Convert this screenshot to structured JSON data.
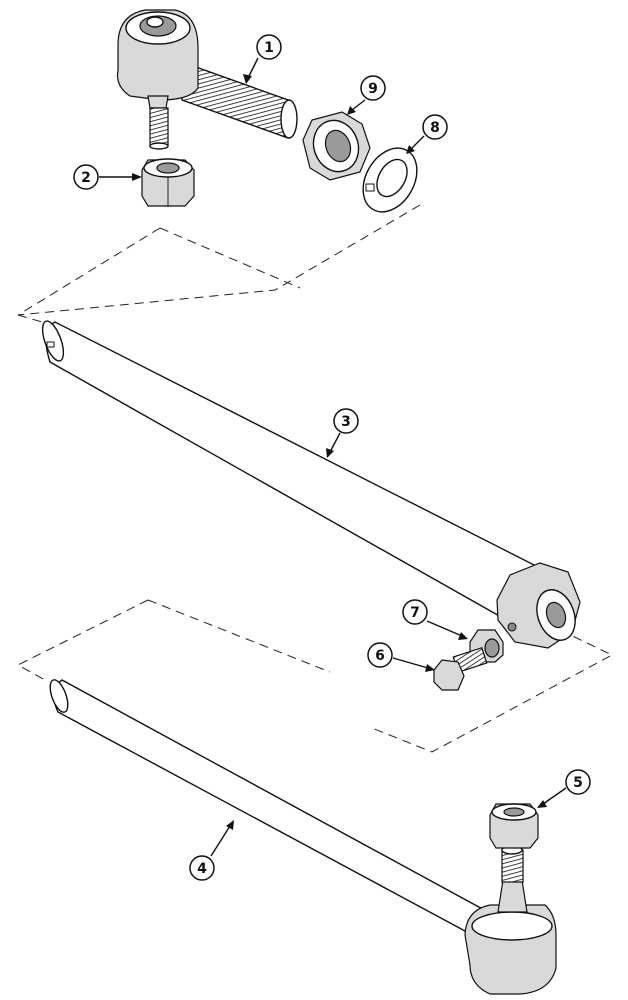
{
  "diagram": {
    "title": "",
    "callouts": [
      {
        "label": "1"
      },
      {
        "label": "2"
      },
      {
        "label": "3"
      },
      {
        "label": "4"
      },
      {
        "label": "5"
      },
      {
        "label": "6"
      },
      {
        "label": "7"
      },
      {
        "label": "8"
      },
      {
        "label": "9"
      }
    ]
  }
}
